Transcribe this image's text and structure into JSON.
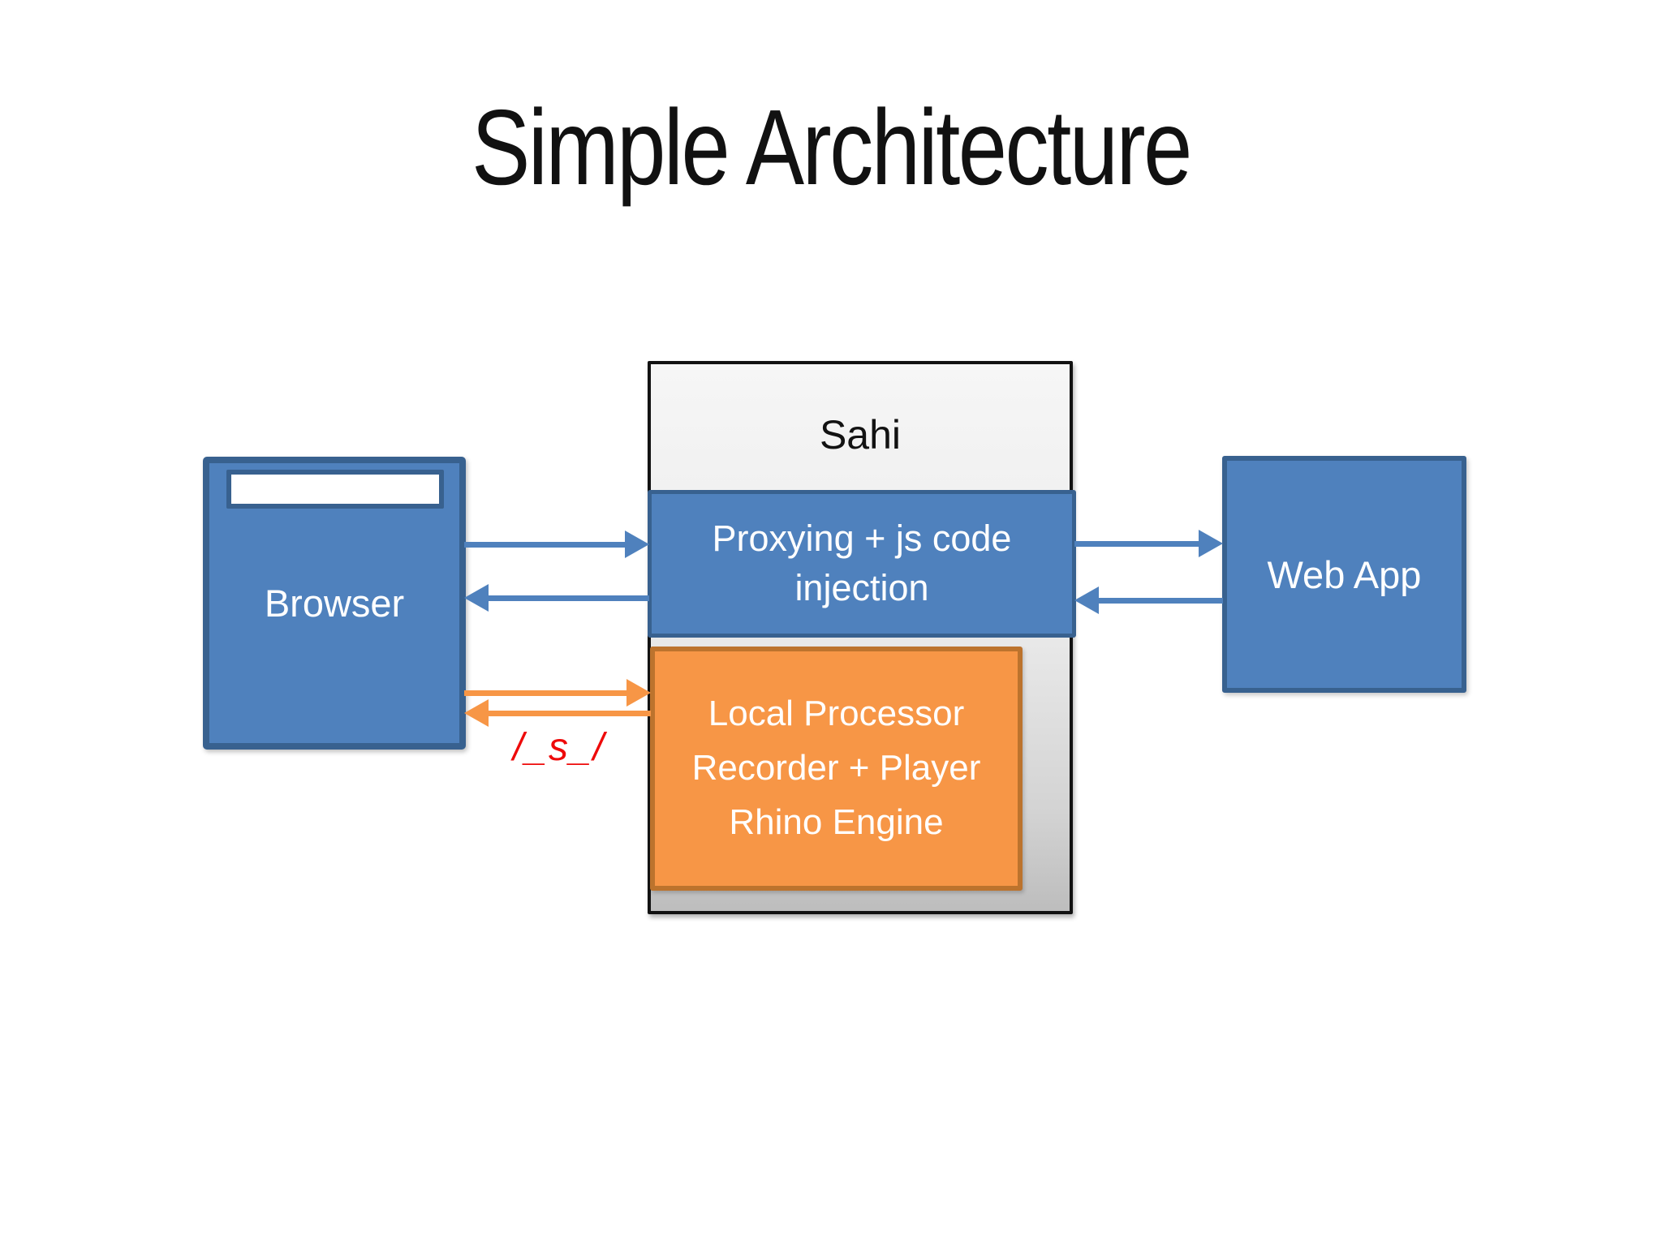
{
  "title": "Simple Architecture",
  "diagram": {
    "browser": {
      "label": "Browser"
    },
    "sahi": {
      "label": "Sahi",
      "proxying": {
        "label": "Proxying + js code injection"
      },
      "local_processor": {
        "lines": [
          "Local Processor",
          "Recorder + Player",
          "Rhino Engine"
        ]
      }
    },
    "web_app": {
      "label": "Web App"
    },
    "path_label": "/_s_/",
    "connections": [
      {
        "from": "Browser",
        "to": "Proxying + js code injection",
        "color": "blue",
        "direction": "right"
      },
      {
        "from": "Proxying + js code injection",
        "to": "Browser",
        "color": "blue",
        "direction": "left"
      },
      {
        "from": "Proxying + js code injection",
        "to": "Web App",
        "color": "blue",
        "direction": "right"
      },
      {
        "from": "Web App",
        "to": "Proxying + js code injection",
        "color": "blue",
        "direction": "left"
      },
      {
        "from": "Browser",
        "to": "Local Processor",
        "color": "orange",
        "direction": "right",
        "note": "/_s_/"
      },
      {
        "from": "Local Processor",
        "to": "Browser",
        "color": "orange",
        "direction": "left",
        "note": "/_s_/"
      }
    ]
  },
  "colors": {
    "accent_blue": "#4f81bd",
    "accent_blue_border": "#38618f",
    "accent_orange": "#f79646",
    "accent_orange_border": "#bc732d",
    "container_bg_top": "#f6f6f6",
    "container_bg_bottom": "#bdbdbd",
    "container_border": "#121212",
    "red_label": "#ee0a0a",
    "title_color": "#111111"
  }
}
